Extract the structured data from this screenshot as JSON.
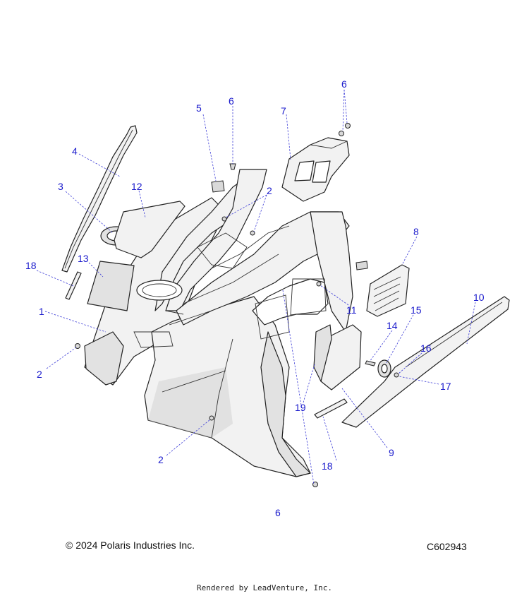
{
  "diagram": {
    "callouts": [
      {
        "id": "c1",
        "text": "1"
      },
      {
        "id": "c2a",
        "text": "2"
      },
      {
        "id": "c2b",
        "text": "2"
      },
      {
        "id": "c2c",
        "text": "2"
      },
      {
        "id": "c3",
        "text": "3"
      },
      {
        "id": "c4",
        "text": "4"
      },
      {
        "id": "c5",
        "text": "5"
      },
      {
        "id": "c6a",
        "text": "6"
      },
      {
        "id": "c6b",
        "text": "6"
      },
      {
        "id": "c6c",
        "text": "6"
      },
      {
        "id": "c7",
        "text": "7"
      },
      {
        "id": "c8",
        "text": "8"
      },
      {
        "id": "c9",
        "text": "9"
      },
      {
        "id": "c10",
        "text": "10"
      },
      {
        "id": "c11",
        "text": "11"
      },
      {
        "id": "c12",
        "text": "12"
      },
      {
        "id": "c13",
        "text": "13"
      },
      {
        "id": "c14",
        "text": "14"
      },
      {
        "id": "c15",
        "text": "15"
      },
      {
        "id": "c16",
        "text": "16"
      },
      {
        "id": "c17",
        "text": "17"
      },
      {
        "id": "c18a",
        "text": "18"
      },
      {
        "id": "c18b",
        "text": "18"
      },
      {
        "id": "c19",
        "text": "19"
      }
    ],
    "colors": {
      "callout": "#1a1acc",
      "line": "#222222",
      "fill": "#f2f2f2"
    }
  },
  "footer": {
    "copyright": "© 2024 Polaris Industries Inc.",
    "figure_id": "C602943",
    "credit": "Rendered by LeadVenture, Inc."
  }
}
